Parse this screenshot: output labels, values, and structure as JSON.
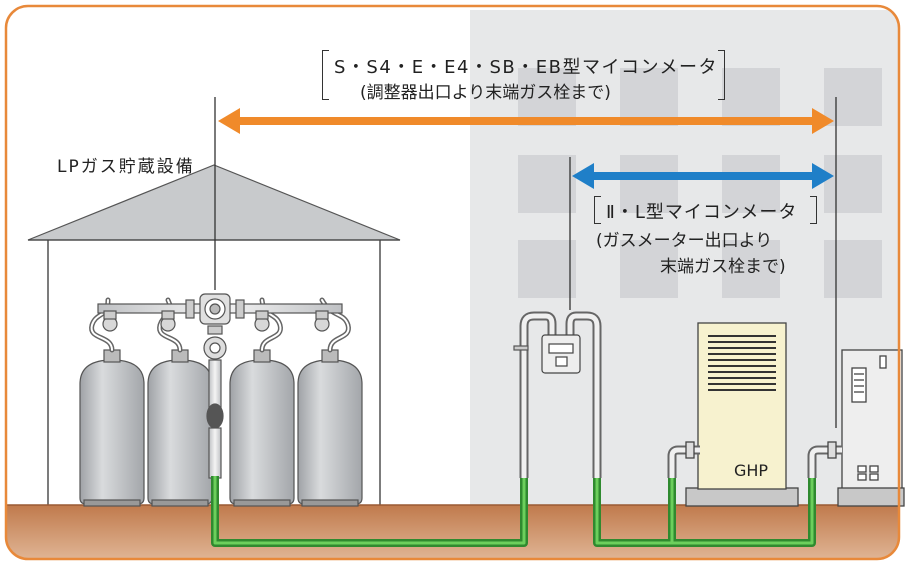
{
  "storage_label": "LPガス貯蔵設備",
  "meter_a": {
    "line1": "S・S4・E・E4・SB・EB型マイコンメータ",
    "line2": "(調整器出口より末端ガス栓まで)"
  },
  "meter_b": {
    "line1": "Ⅱ・L型マイコンメータ",
    "line2": "(ガスメーター出口より",
    "line3": "末端ガス栓まで)"
  },
  "ghp_label": "GHP",
  "colors": {
    "frame": "#e8893a",
    "ground": "#c98a5e",
    "building": "#e8e8e8",
    "window": "#d6d6d8",
    "orange_arrow": "#f08a2a",
    "blue_arrow": "#1f7fc8",
    "pipe_green": "#3aa63a",
    "cylinder": "#c4c6c8",
    "ghp_body": "#f7f2d0"
  }
}
